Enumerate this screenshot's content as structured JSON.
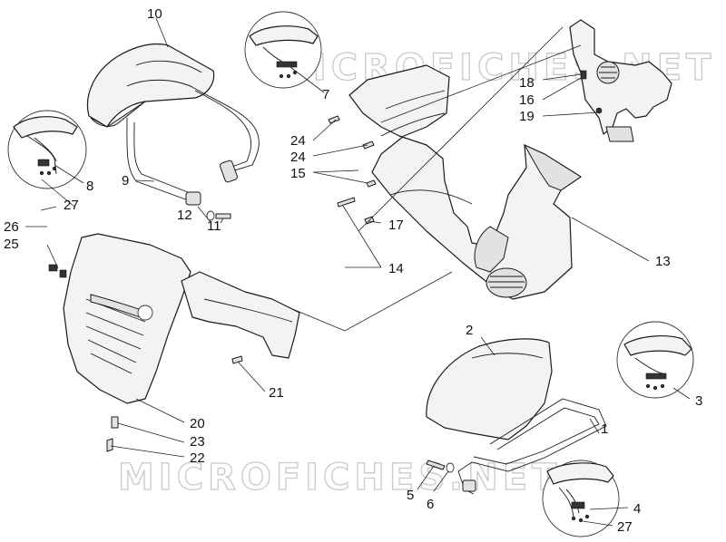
{
  "watermark": "MICROFICHES.NET",
  "labels": {
    "l1": "1",
    "l2": "2",
    "l3": "3",
    "l4": "4",
    "l5": "5",
    "l6": "6",
    "l7": "7",
    "l8": "8",
    "l9": "9",
    "l10": "10",
    "l11": "11",
    "l12": "12",
    "l13": "13",
    "l14": "14",
    "l15": "15",
    "l16": "16",
    "l17": "17",
    "l18": "18",
    "l19": "19",
    "l20": "20",
    "l21": "21",
    "l22": "22",
    "l23": "23",
    "l24a": "24",
    "l24b": "24",
    "l25": "25",
    "l26": "26",
    "l27a": "27",
    "l27b": "27"
  }
}
